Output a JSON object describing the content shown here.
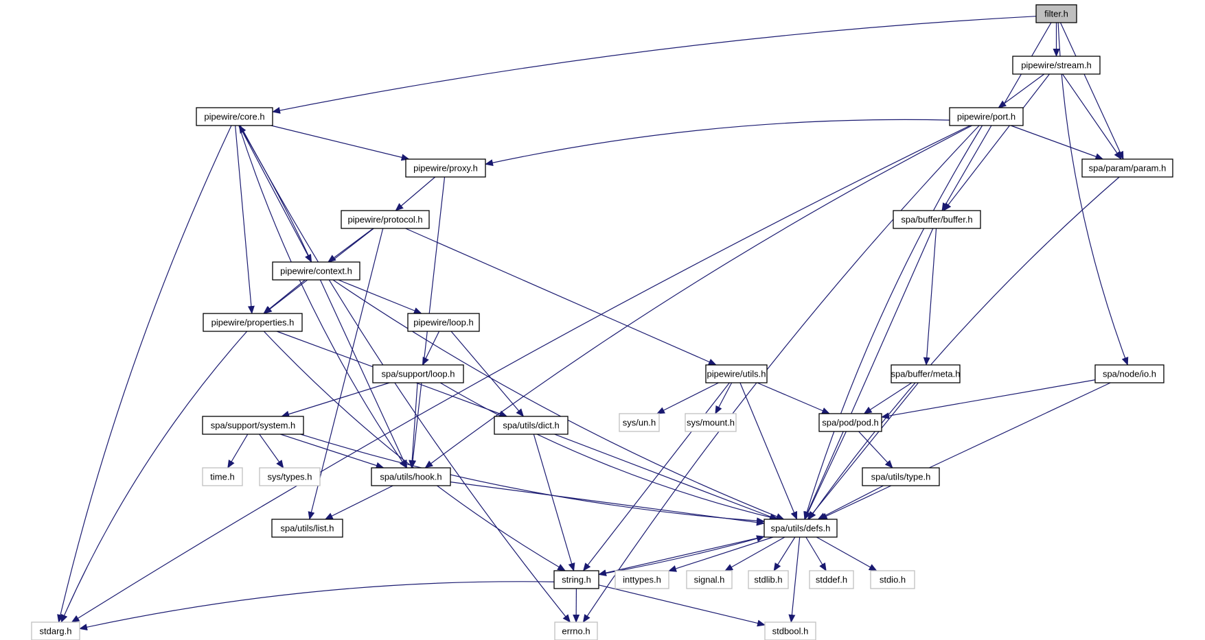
{
  "title": "filter.h include dependency graph",
  "colors": {
    "edge": "#191970",
    "root_fill": "#bfbfbf",
    "internal_border": "#000000",
    "external_border": "#bfbfbf"
  },
  "nodes": [
    {
      "id": "filter",
      "label": "filter.h",
      "kind": "root"
    },
    {
      "id": "stream",
      "label": "pipewire/stream.h",
      "kind": "internal"
    },
    {
      "id": "core",
      "label": "pipewire/core.h",
      "kind": "internal"
    },
    {
      "id": "port",
      "label": "pipewire/port.h",
      "kind": "internal"
    },
    {
      "id": "proxy",
      "label": "pipewire/proxy.h",
      "kind": "internal"
    },
    {
      "id": "param",
      "label": "spa/param/param.h",
      "kind": "internal"
    },
    {
      "id": "protocol",
      "label": "pipewire/protocol.h",
      "kind": "internal"
    },
    {
      "id": "buffer",
      "label": "spa/buffer/buffer.h",
      "kind": "internal"
    },
    {
      "id": "context",
      "label": "pipewire/context.h",
      "kind": "internal"
    },
    {
      "id": "properties",
      "label": "pipewire/properties.h",
      "kind": "internal"
    },
    {
      "id": "loop",
      "label": "pipewire/loop.h",
      "kind": "internal"
    },
    {
      "id": "supportloop",
      "label": "spa/support/loop.h",
      "kind": "internal"
    },
    {
      "id": "pwutils",
      "label": "pipewire/utils.h",
      "kind": "internal"
    },
    {
      "id": "meta",
      "label": "spa/buffer/meta.h",
      "kind": "internal"
    },
    {
      "id": "io",
      "label": "spa/node/io.h",
      "kind": "internal"
    },
    {
      "id": "system",
      "label": "spa/support/system.h",
      "kind": "internal"
    },
    {
      "id": "dict",
      "label": "spa/utils/dict.h",
      "kind": "internal"
    },
    {
      "id": "sysun",
      "label": "sys/un.h",
      "kind": "external"
    },
    {
      "id": "sysmount",
      "label": "sys/mount.h",
      "kind": "external"
    },
    {
      "id": "pod",
      "label": "spa/pod/pod.h",
      "kind": "internal"
    },
    {
      "id": "time",
      "label": "time.h",
      "kind": "external"
    },
    {
      "id": "systypes",
      "label": "sys/types.h",
      "kind": "external"
    },
    {
      "id": "hook",
      "label": "spa/utils/hook.h",
      "kind": "internal"
    },
    {
      "id": "type",
      "label": "spa/utils/type.h",
      "kind": "internal"
    },
    {
      "id": "list",
      "label": "spa/utils/list.h",
      "kind": "internal"
    },
    {
      "id": "defs",
      "label": "spa/utils/defs.h",
      "kind": "internal"
    },
    {
      "id": "string",
      "label": "string.h",
      "kind": "internal"
    },
    {
      "id": "inttypes",
      "label": "inttypes.h",
      "kind": "external"
    },
    {
      "id": "signal",
      "label": "signal.h",
      "kind": "external"
    },
    {
      "id": "stdlib",
      "label": "stdlib.h",
      "kind": "external"
    },
    {
      "id": "stddef",
      "label": "stddef.h",
      "kind": "external"
    },
    {
      "id": "stdio",
      "label": "stdio.h",
      "kind": "external"
    },
    {
      "id": "stdarg",
      "label": "stdarg.h",
      "kind": "external"
    },
    {
      "id": "errno",
      "label": "errno.h",
      "kind": "external"
    },
    {
      "id": "stdbool",
      "label": "stdbool.h",
      "kind": "external"
    }
  ],
  "edges": [
    [
      "filter",
      "core"
    ],
    [
      "filter",
      "stream"
    ],
    [
      "filter",
      "buffer"
    ],
    [
      "filter",
      "param"
    ],
    [
      "filter",
      "io"
    ],
    [
      "stream",
      "port"
    ],
    [
      "stream",
      "param"
    ],
    [
      "stream",
      "buffer"
    ],
    [
      "core",
      "proxy"
    ],
    [
      "core",
      "context"
    ],
    [
      "core",
      "properties"
    ],
    [
      "core",
      "hook"
    ],
    [
      "core",
      "stdarg"
    ],
    [
      "core",
      "errno"
    ],
    [
      "port",
      "proxy"
    ],
    [
      "port",
      "param"
    ],
    [
      "port",
      "defs"
    ],
    [
      "port",
      "errno"
    ],
    [
      "port",
      "stdarg"
    ],
    [
      "port",
      "hook"
    ],
    [
      "proxy",
      "protocol"
    ],
    [
      "proxy",
      "hook"
    ],
    [
      "protocol",
      "context"
    ],
    [
      "protocol",
      "properties"
    ],
    [
      "protocol",
      "pwutils"
    ],
    [
      "protocol",
      "list"
    ],
    [
      "context",
      "core"
    ],
    [
      "context",
      "properties"
    ],
    [
      "context",
      "loop"
    ],
    [
      "context",
      "hook"
    ],
    [
      "context",
      "defs"
    ],
    [
      "properties",
      "dict"
    ],
    [
      "properties",
      "stdarg"
    ],
    [
      "properties",
      "string"
    ],
    [
      "loop",
      "supportloop"
    ],
    [
      "loop",
      "dict"
    ],
    [
      "supportloop",
      "system"
    ],
    [
      "supportloop",
      "hook"
    ],
    [
      "supportloop",
      "defs"
    ],
    [
      "system",
      "time"
    ],
    [
      "system",
      "systypes"
    ],
    [
      "system",
      "hook"
    ],
    [
      "system",
      "defs"
    ],
    [
      "param",
      "defs"
    ],
    [
      "buffer",
      "meta"
    ],
    [
      "buffer",
      "defs"
    ],
    [
      "meta",
      "pod"
    ],
    [
      "meta",
      "defs"
    ],
    [
      "io",
      "pod"
    ],
    [
      "io",
      "defs"
    ],
    [
      "pwutils",
      "sysun"
    ],
    [
      "pwutils",
      "sysmount"
    ],
    [
      "pwutils",
      "pod"
    ],
    [
      "pwutils",
      "string"
    ],
    [
      "pwutils",
      "defs"
    ],
    [
      "dict",
      "string"
    ],
    [
      "dict",
      "defs"
    ],
    [
      "pod",
      "type"
    ],
    [
      "pod",
      "defs"
    ],
    [
      "type",
      "defs"
    ],
    [
      "hook",
      "list"
    ],
    [
      "hook",
      "defs"
    ],
    [
      "defs",
      "string"
    ],
    [
      "defs",
      "inttypes"
    ],
    [
      "defs",
      "signal"
    ],
    [
      "defs",
      "stdlib"
    ],
    [
      "defs",
      "stddef"
    ],
    [
      "defs",
      "stdio"
    ],
    [
      "defs",
      "stdbool"
    ],
    [
      "string",
      "defs"
    ],
    [
      "string",
      "stdarg"
    ],
    [
      "string",
      "errno"
    ],
    [
      "string",
      "stdbool"
    ]
  ]
}
